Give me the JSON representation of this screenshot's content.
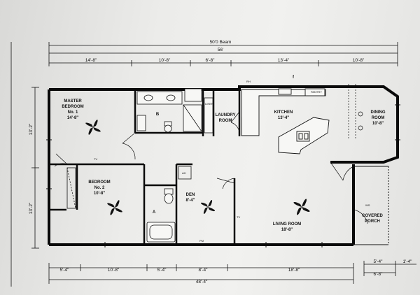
{
  "overall": {
    "beam": "50'0 Beam",
    "width": "56'"
  },
  "top_dims": [
    "14'-8\"",
    "10'-8\"",
    "6'-8\"",
    "13'-4\"",
    "10'-8\""
  ],
  "bottom_dims": [
    "5'-4\"",
    "10'-8\"",
    "5'-4\"",
    "8'-4\"",
    "18'-8\""
  ],
  "bottom_total": "48'-4\"",
  "right_dims": [
    "5'-4\"",
    "6'-8\"",
    "1'-4\""
  ],
  "left_dims": [
    "13'-2\"",
    "13'-2\""
  ],
  "rooms": {
    "master": [
      "MASTER",
      "BEDROOM",
      "No. 1",
      "14'-8\""
    ],
    "bath_b": "B",
    "laundry": [
      "LAUNDRY",
      "ROOM"
    ],
    "kitchen": [
      "KITCHEN",
      "13'-4\""
    ],
    "dining": [
      "DINING",
      "ROOM",
      "10'-8\""
    ],
    "bedroom2": [
      "BEDROOM",
      "No. 2",
      "10'-8\""
    ],
    "bath_a": "A",
    "den": [
      "DEN",
      "8'-4\""
    ],
    "living": [
      "LIVING ROOM",
      "18'-8\""
    ],
    "porch": [
      "COVERED",
      "PORCH"
    ]
  },
  "small_labels": {
    "tv1": "TV",
    "tv2": "TV",
    "wh": "WH",
    "ah": "AH",
    "linen": "LINEN",
    "pantry": "PANTRY",
    "pm": "PM",
    "f": "f",
    "rh": "RH",
    "ws": "WS"
  }
}
